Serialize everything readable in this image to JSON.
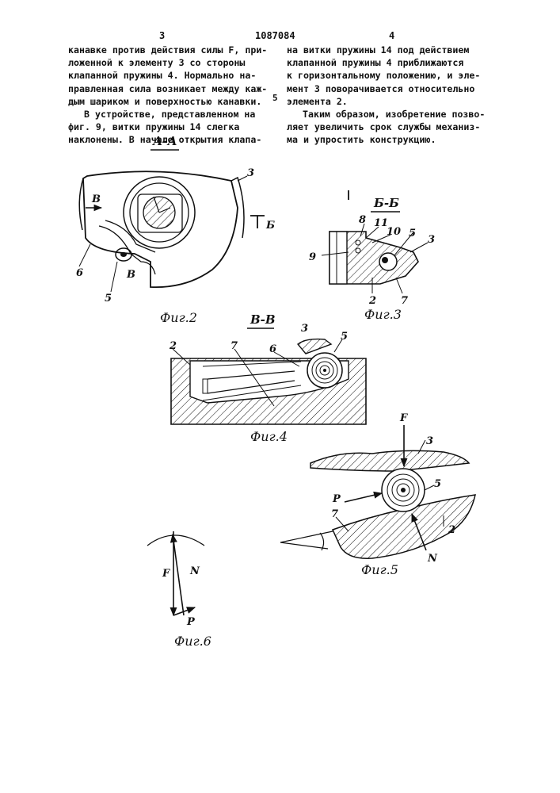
{
  "header": {
    "page_left": "3",
    "patent_number": "1087084",
    "page_right": "4",
    "line_marker": "5"
  },
  "left_column": [
    "канавке против действия силы F, при-",
    "ложенной к элементу 3 со стороны",
    "клапанной пружины 4. Нормально на-",
    "правленная сила возникает между каж-",
    "дым шариком и поверхностью канавки.",
    "В устройстве, представленном на",
    "фиг. 9, витки пружины 14 слегка",
    "наклонены. В начале открытия клапа-"
  ],
  "right_column": [
    "на витки пружины 14 под действием",
    "клапанной пружины 4 приближаются",
    "к горизонтальному положению, и эле-",
    "мент 3 поворачивается относительно",
    "элемента 2.",
    "Таким образом, изобретение позво-",
    "ляет увеличить срок службы механиз-",
    "ма и упростить конструкцию."
  ],
  "fig2": {
    "section": "А-А",
    "caption": "Фиг.2",
    "labels": [
      "3",
      "В",
      "Б",
      "6",
      "В",
      "5"
    ]
  },
  "fig3": {
    "section": "Б-Б",
    "caption": "Фиг.3",
    "labels": [
      "8",
      "11",
      "10",
      "5",
      "3",
      "9",
      "2",
      "7"
    ]
  },
  "fig4": {
    "section": "В-В",
    "caption": "Фиг.4",
    "labels": [
      "3",
      "2",
      "7",
      "6",
      "5"
    ]
  },
  "fig5": {
    "caption": "Фиг.5",
    "labels": [
      "F",
      "3",
      "P",
      "5",
      "7",
      "2",
      "N"
    ]
  },
  "fig6": {
    "caption": "Фиг.6",
    "labels": [
      "F",
      "N",
      "P"
    ]
  }
}
